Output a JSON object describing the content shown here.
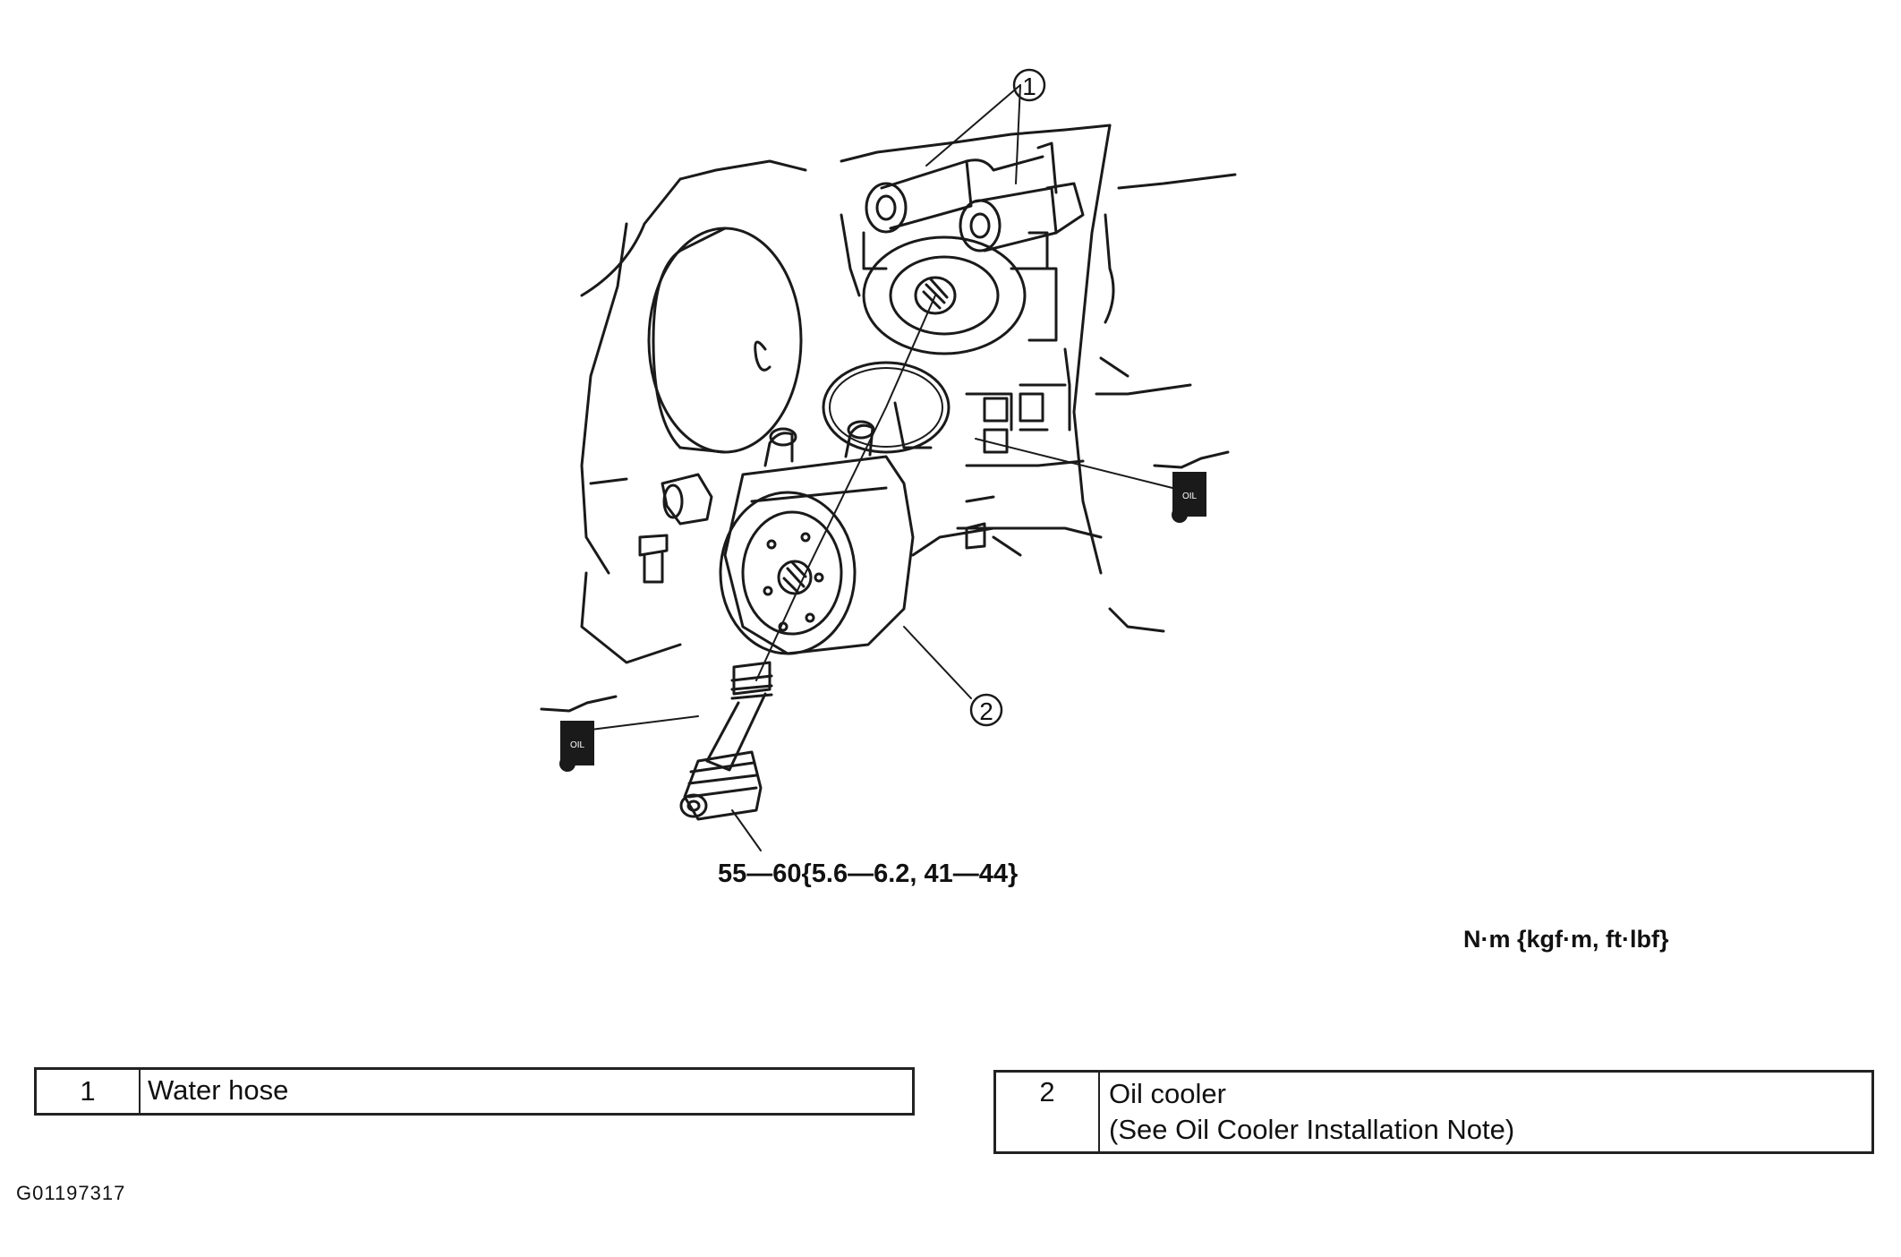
{
  "callouts": {
    "water_hose": "1",
    "oil_cooler": "2"
  },
  "torque": {
    "value": "55—60{5.6—6.2, 41—44}",
    "units": "N·m {kgf·m, ft·lbf}"
  },
  "oil_icon_label": "OIL",
  "legend": [
    {
      "number": "1",
      "lines": [
        "Water hose"
      ]
    },
    {
      "number": "2",
      "lines": [
        "Oil cooler",
        "(See Oil Cooler Installation Note)"
      ]
    }
  ],
  "figure_id": "G01197317"
}
